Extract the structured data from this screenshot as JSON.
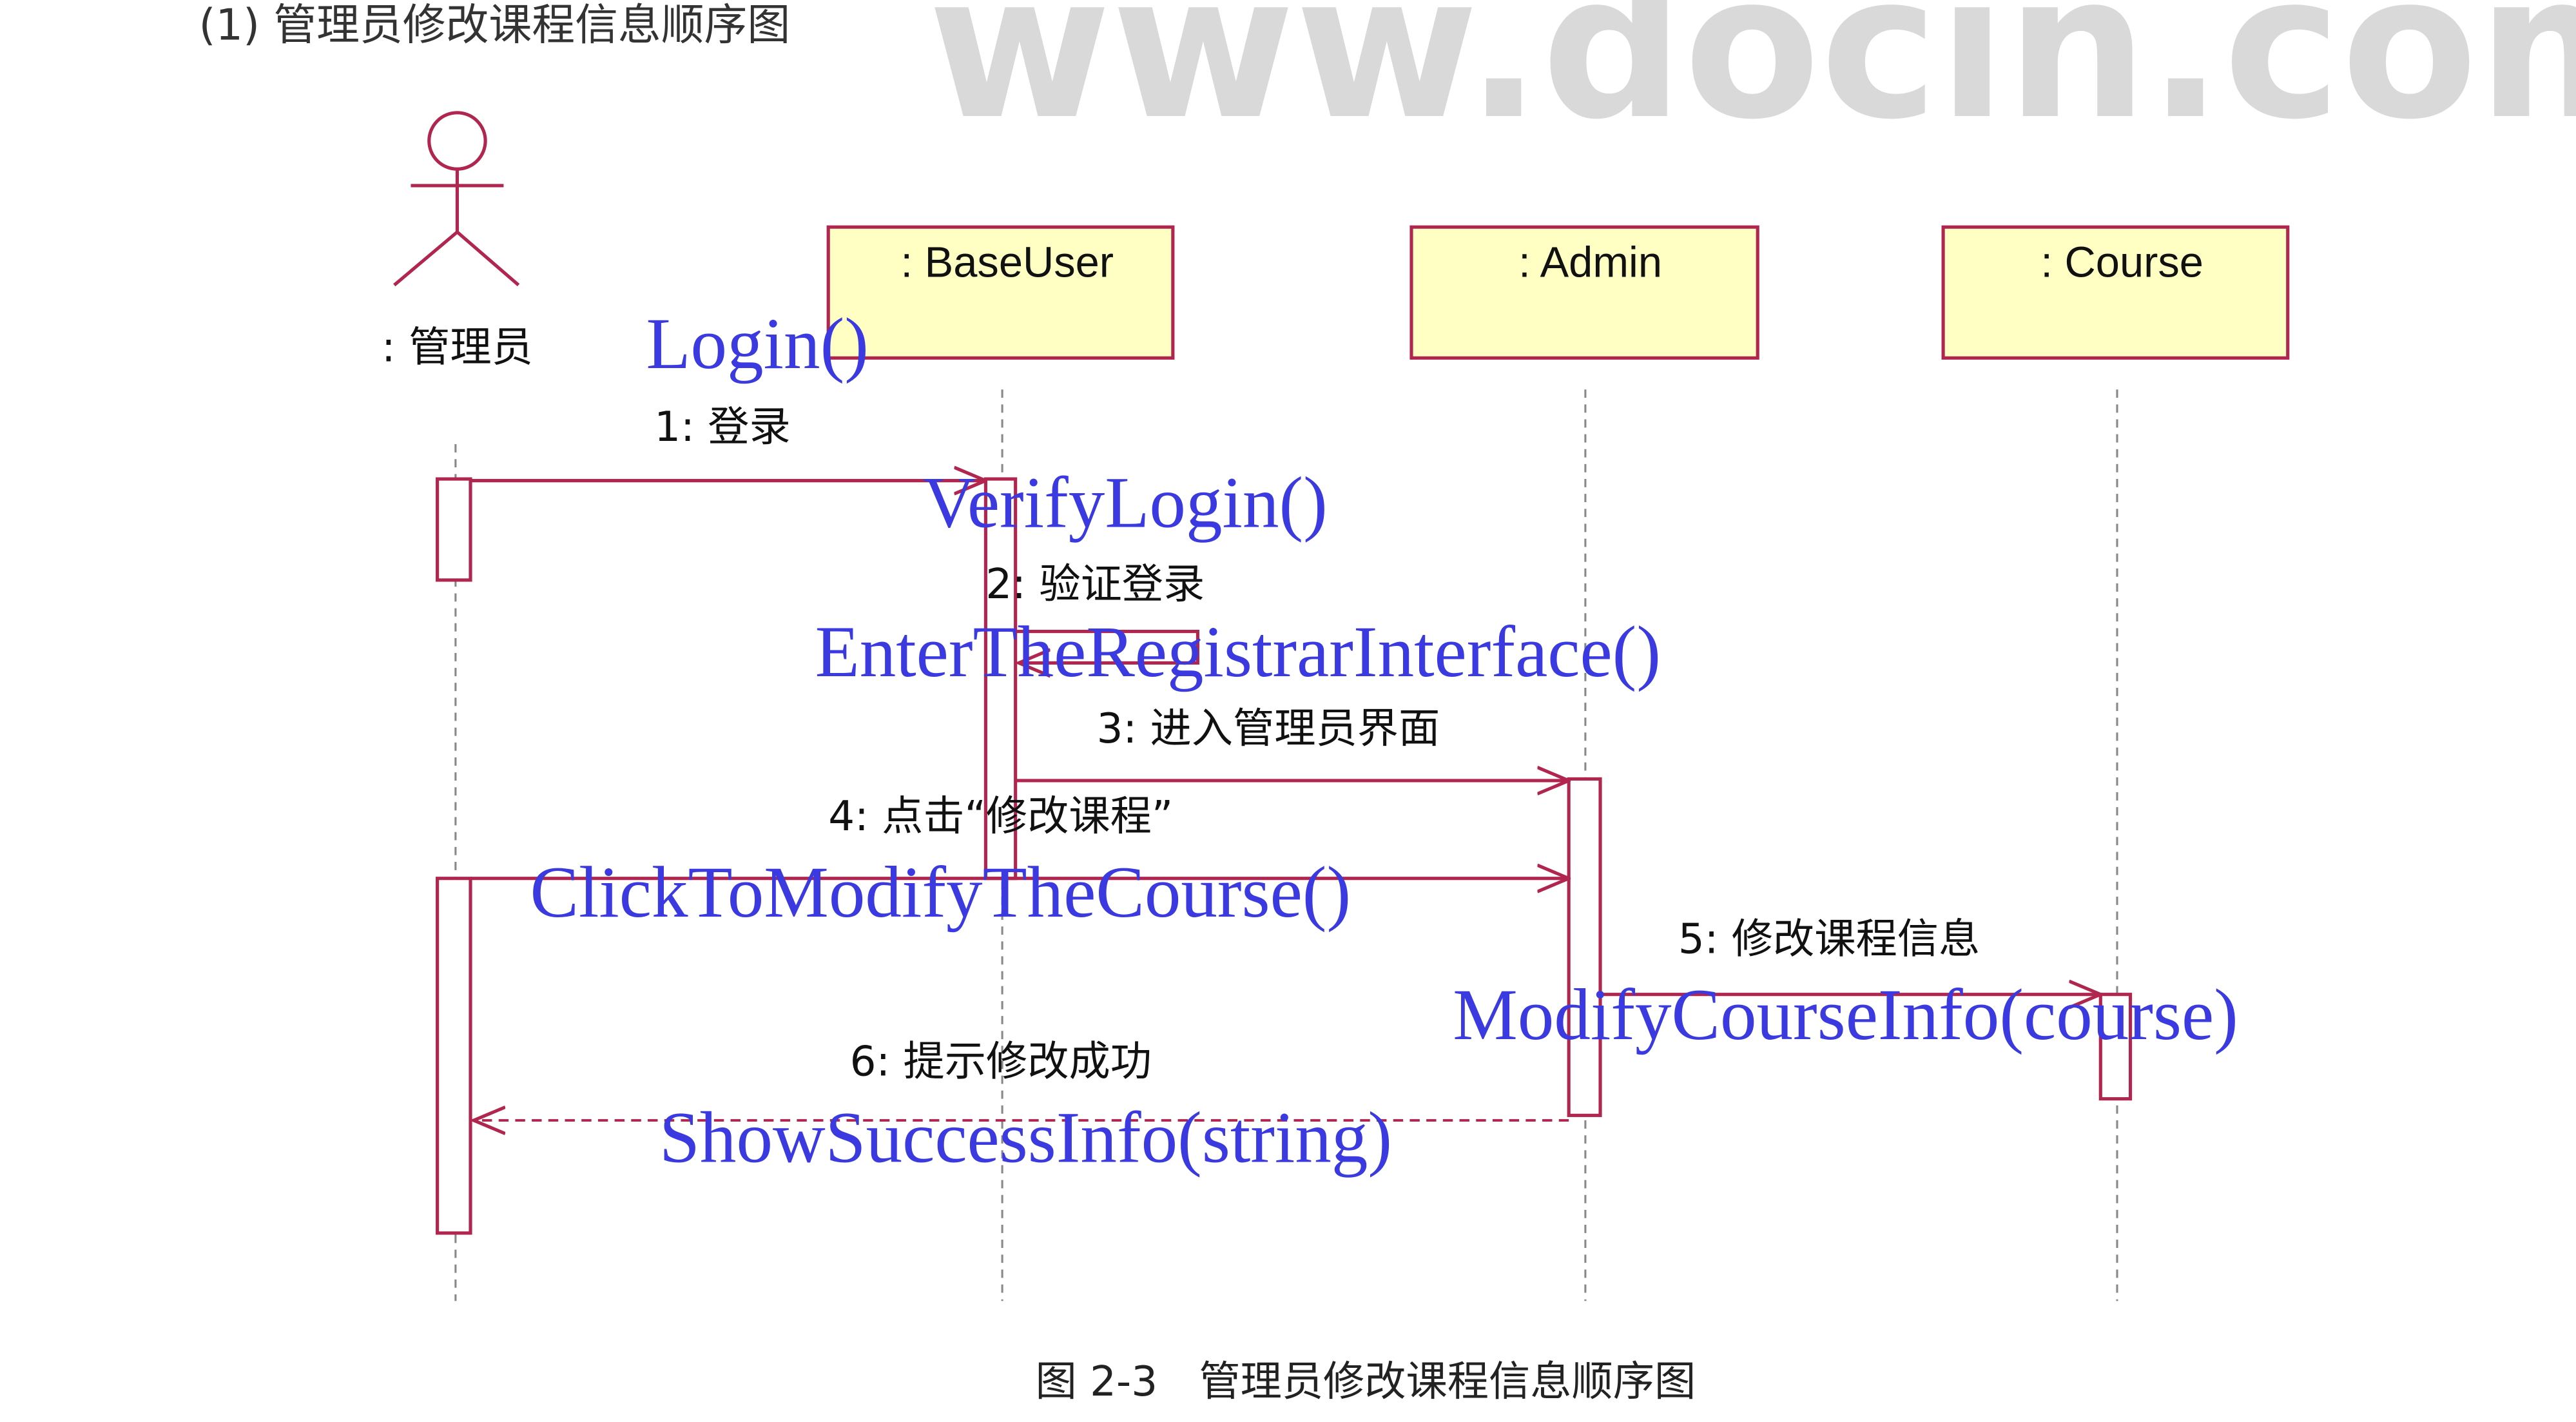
{
  "watermark": "www.docin.com",
  "header_text": "(1) 管理员修改课程信息顺序图",
  "actor": {
    "label": ": 管理员"
  },
  "objects": [
    {
      "label": ": BaseUser"
    },
    {
      "label": ": Admin"
    },
    {
      "label": ": Course"
    }
  ],
  "messages": [
    {
      "label": "1: 登录",
      "method": "Login()"
    },
    {
      "label": "2: 验证登录",
      "method": "VerifyLogin()"
    },
    {
      "label": "3: 进入管理员界面",
      "method": "EnterTheRegistrarInterface()"
    },
    {
      "label": "4: 点击“修改课程”",
      "method": "ClickToModifyTheCourse()"
    },
    {
      "label": "5: 修改课程信息",
      "method": "ModifyCourseInfo(course)"
    },
    {
      "label": "6: 提示修改成功",
      "method": "ShowSuccessInfo(string)"
    }
  ],
  "caption": "图 2-3　管理员修改课程信息顺序图",
  "colors": {
    "line": "#b0264f",
    "box_fill": "#ffffc4",
    "annotation": "#3a3ae0"
  }
}
